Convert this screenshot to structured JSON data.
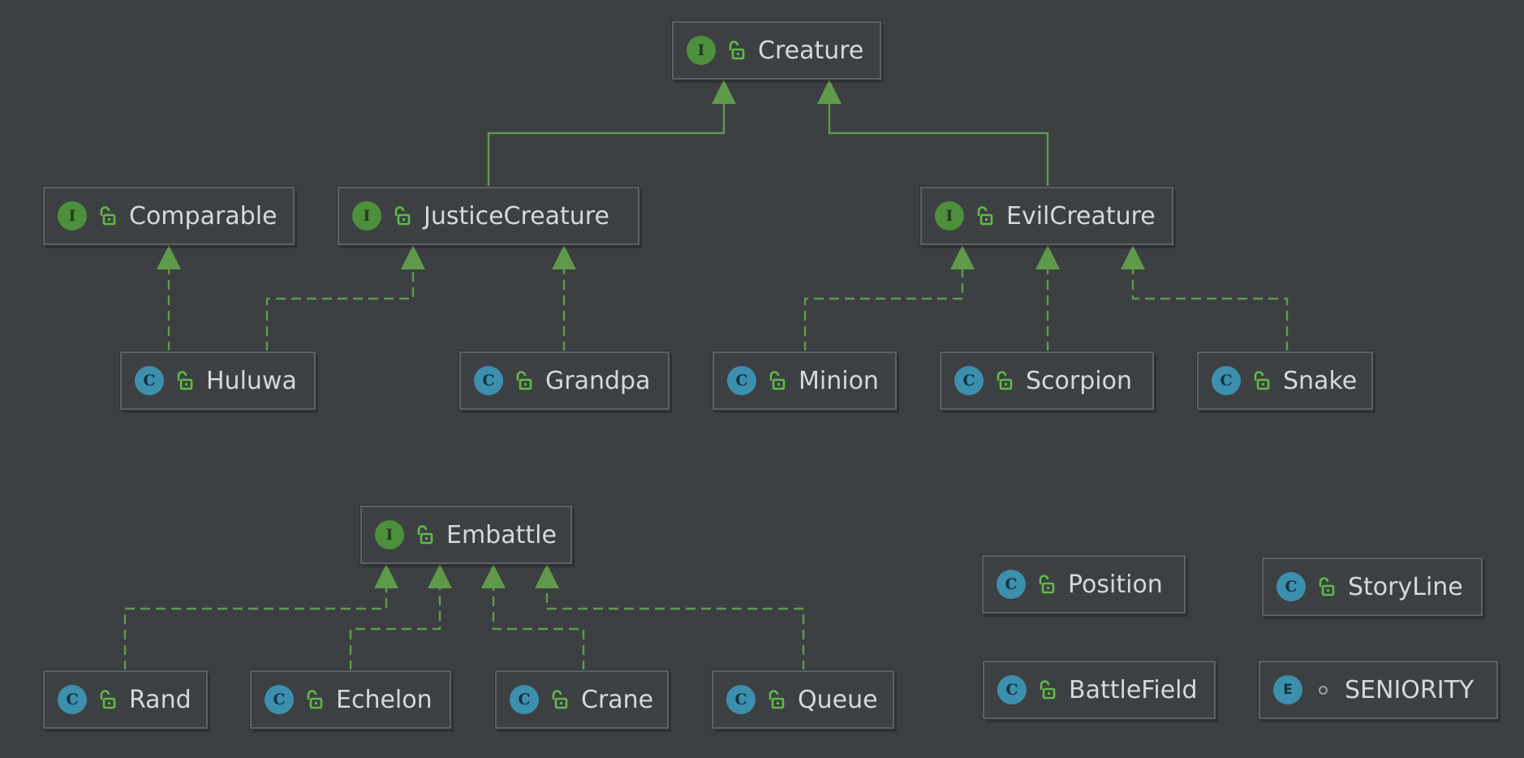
{
  "colors": {
    "background": "#3b3f42",
    "edge": "#5f9a4b",
    "interface_badge": "#4c8f3c",
    "class_badge": "#3d8fae"
  },
  "nodes": {
    "creature": {
      "name": "Creature",
      "kind": "interface",
      "badge": "I",
      "visibility": "public"
    },
    "comparable": {
      "name": "Comparable",
      "kind": "interface",
      "badge": "I",
      "visibility": "public"
    },
    "justicecreature": {
      "name": "JusticeCreature",
      "kind": "interface",
      "badge": "I",
      "visibility": "public"
    },
    "evilcreature": {
      "name": "EvilCreature",
      "kind": "interface",
      "badge": "I",
      "visibility": "public"
    },
    "huluwa": {
      "name": "Huluwa",
      "kind": "class",
      "badge": "C",
      "visibility": "public"
    },
    "grandpa": {
      "name": "Grandpa",
      "kind": "class",
      "badge": "C",
      "visibility": "public"
    },
    "minion": {
      "name": "Minion",
      "kind": "class",
      "badge": "C",
      "visibility": "public"
    },
    "scorpion": {
      "name": "Scorpion",
      "kind": "class",
      "badge": "C",
      "visibility": "public"
    },
    "snake": {
      "name": "Snake",
      "kind": "class",
      "badge": "C",
      "visibility": "public"
    },
    "embattle": {
      "name": "Embattle",
      "kind": "interface",
      "badge": "I",
      "visibility": "public"
    },
    "position": {
      "name": "Position",
      "kind": "class",
      "badge": "C",
      "visibility": "public"
    },
    "storyline": {
      "name": "StoryLine",
      "kind": "class",
      "badge": "C",
      "visibility": "public",
      "runnable": true
    },
    "rand": {
      "name": "Rand",
      "kind": "class",
      "badge": "C",
      "visibility": "public"
    },
    "echelon": {
      "name": "Echelon",
      "kind": "class",
      "badge": "C",
      "visibility": "public"
    },
    "crane": {
      "name": "Crane",
      "kind": "class",
      "badge": "C",
      "visibility": "public"
    },
    "queue": {
      "name": "Queue",
      "kind": "class",
      "badge": "C",
      "visibility": "public"
    },
    "battlefield": {
      "name": "BattleField",
      "kind": "class",
      "badge": "C",
      "visibility": "public"
    },
    "seniority": {
      "name": "SENIORITY",
      "kind": "enum",
      "badge": "E",
      "visibility": "package"
    }
  },
  "edges": [
    {
      "from": "justicecreature",
      "to": "creature",
      "type": "extends"
    },
    {
      "from": "evilcreature",
      "to": "creature",
      "type": "extends"
    },
    {
      "from": "huluwa",
      "to": "comparable",
      "type": "implements"
    },
    {
      "from": "huluwa",
      "to": "justicecreature",
      "type": "implements"
    },
    {
      "from": "grandpa",
      "to": "justicecreature",
      "type": "implements"
    },
    {
      "from": "minion",
      "to": "evilcreature",
      "type": "implements"
    },
    {
      "from": "scorpion",
      "to": "evilcreature",
      "type": "implements"
    },
    {
      "from": "snake",
      "to": "evilcreature",
      "type": "implements"
    },
    {
      "from": "rand",
      "to": "embattle",
      "type": "implements"
    },
    {
      "from": "echelon",
      "to": "embattle",
      "type": "implements"
    },
    {
      "from": "crane",
      "to": "embattle",
      "type": "implements"
    },
    {
      "from": "queue",
      "to": "embattle",
      "type": "implements"
    }
  ]
}
